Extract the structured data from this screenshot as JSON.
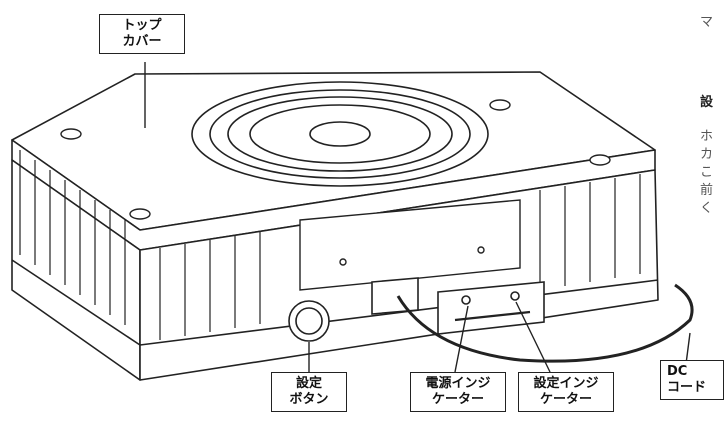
{
  "labels": {
    "top_cover": [
      "トップ",
      "カバー"
    ],
    "setting_button": [
      "設定",
      "ボタン"
    ],
    "power_indicator": [
      "電源インジ",
      "ケーター"
    ],
    "setting_indicator": [
      "設定インジ",
      "ケーター"
    ],
    "dc_cord": [
      "DC",
      "コード"
    ]
  },
  "side_text": {
    "line_1": "マ",
    "heading": "設",
    "lines": [
      "ホ",
      "カ",
      "こ",
      "前",
      "く"
    ]
  },
  "colors": {
    "line": "#222222",
    "fill": "#ffffff",
    "text": "#111111",
    "muted": "#555555"
  }
}
